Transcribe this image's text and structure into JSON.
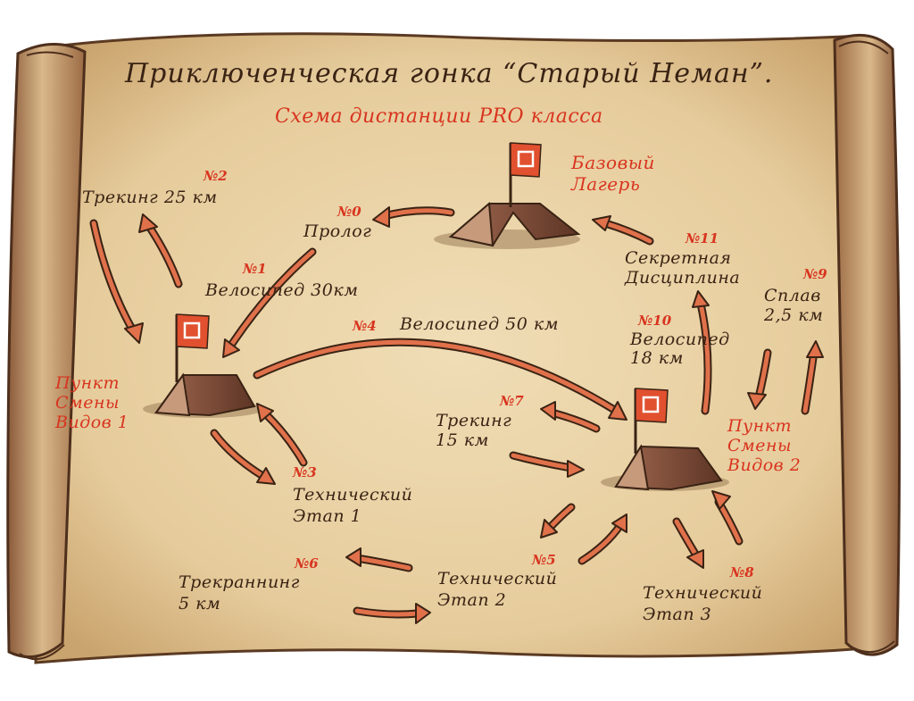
{
  "title": "Приключенческая гонка “Старый Неман”.",
  "subtitle": "Схема дистанции PRO класса",
  "places": {
    "base_camp": "Базовый Лагерь",
    "transition_1": "Пункт Смены Видов 1",
    "transition_2": "Пункт Смены Видов 2"
  },
  "stages": [
    {
      "num": "№0",
      "name": "Пролог"
    },
    {
      "num": "№1",
      "name": "Велосипед 30км"
    },
    {
      "num": "№2",
      "name": "Трекинг 25 км"
    },
    {
      "num": "№3",
      "name": "Технический Этап 1"
    },
    {
      "num": "№4",
      "name": "Велосипед 50 км"
    },
    {
      "num": "№5",
      "name": "Технический Этап 2"
    },
    {
      "num": "№6",
      "name": "Трекраннинг 5 км"
    },
    {
      "num": "№7",
      "name": "Трекинг 15 км"
    },
    {
      "num": "№8",
      "name": "Технический Этап 3"
    },
    {
      "num": "№9",
      "name": "Сплав 2,5 км"
    },
    {
      "num": "№10",
      "name": "Велосипед 18 км"
    },
    {
      "num": "№11",
      "name": "Секретная Дисциплина"
    }
  ],
  "colors": {
    "parchment": "#e8d2a6",
    "ink": "#3a2314",
    "accent": "#d8341f",
    "arrow": "#e0714b"
  },
  "icons": [
    "flag-icon",
    "tent-icon",
    "arrow-icon"
  ]
}
